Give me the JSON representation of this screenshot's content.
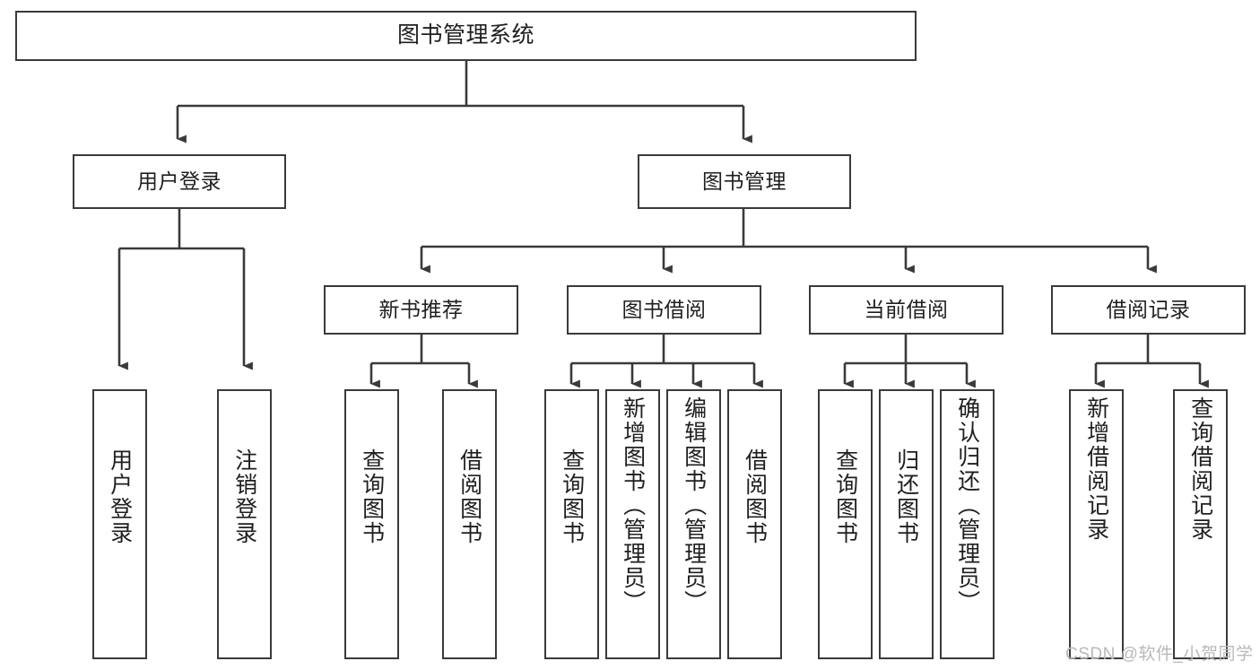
{
  "diagram": {
    "type": "tree-hierarchy",
    "title": "图书管理系统",
    "nodes": {
      "root": {
        "label": "图书管理系统"
      },
      "level2": [
        {
          "id": "user-login",
          "label": "用户登录"
        },
        {
          "id": "book-management",
          "label": "图书管理"
        }
      ],
      "level3": [
        {
          "id": "new-book-recommend",
          "label": "新书推荐"
        },
        {
          "id": "book-borrow",
          "label": "图书借阅"
        },
        {
          "id": "current-borrow",
          "label": "当前借阅"
        },
        {
          "id": "borrow-record",
          "label": "借阅记录"
        }
      ],
      "leaves": {
        "user_login": [
          {
            "id": "leaf-user-login",
            "label": "用户登录"
          },
          {
            "id": "leaf-logout-login",
            "label": "注销登录"
          }
        ],
        "new_book_recommend": [
          {
            "id": "leaf-query-book-1",
            "label": "查询图书"
          },
          {
            "id": "leaf-borrow-book-1",
            "label": "借阅图书"
          }
        ],
        "book_borrow": [
          {
            "id": "leaf-query-book-2",
            "label": "查询图书"
          },
          {
            "id": "leaf-add-book",
            "label": "新增图书（管理员）"
          },
          {
            "id": "leaf-edit-book",
            "label": "编辑图书（管理员）"
          },
          {
            "id": "leaf-borrow-book-2",
            "label": "借阅图书"
          }
        ],
        "current_borrow": [
          {
            "id": "leaf-query-book-3",
            "label": "查询图书"
          },
          {
            "id": "leaf-return-book",
            "label": "归还图书"
          },
          {
            "id": "leaf-confirm-return",
            "label": "确认归还（管理员）"
          }
        ],
        "borrow_record": [
          {
            "id": "leaf-add-record",
            "label": "新增借阅记录"
          },
          {
            "id": "leaf-query-record",
            "label": "查询借阅记录"
          }
        ]
      }
    },
    "colors": {
      "stroke": "#3a3a3a",
      "fill": "#ffffff",
      "text": "#1f1f1f",
      "watermark": "#b9b9b9"
    }
  },
  "watermark": {
    "text": "CSDN @软件_小贺同学"
  }
}
